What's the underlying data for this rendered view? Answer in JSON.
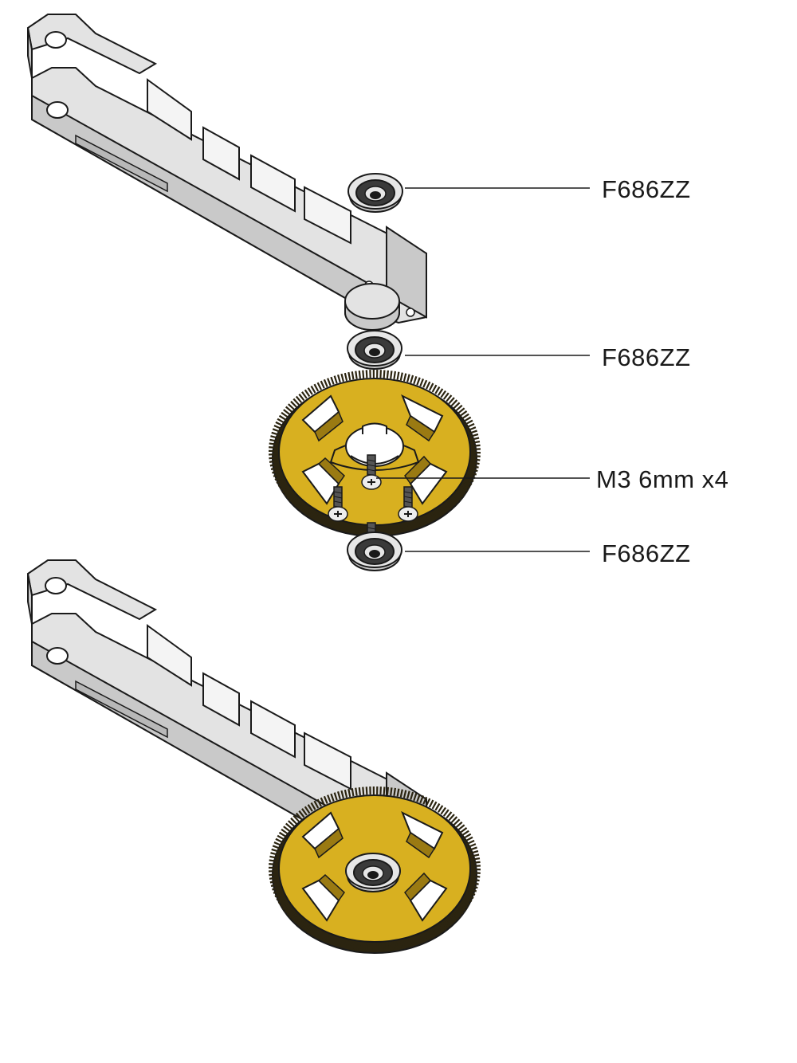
{
  "diagram": {
    "callouts": [
      {
        "id": "bearing-top",
        "label": "F686ZZ"
      },
      {
        "id": "bearing-middle",
        "label": "F686ZZ"
      },
      {
        "id": "screws",
        "label": "M3 6mm x4"
      },
      {
        "id": "bearing-bottom",
        "label": "F686ZZ"
      }
    ],
    "colors": {
      "arm_top": "#e3e3e3",
      "arm_side": "#c9c9c9",
      "arm_front": "#b8b8b8",
      "arm_window": "#f4f4f4",
      "gear_face": "#d8b020",
      "gear_shade": "#9a7a12",
      "gear_teeth": "#2b2410",
      "bearing_outer": "#e6e6e6",
      "bearing_seal": "#3a3a3a",
      "outline": "#1a1a1a"
    }
  }
}
